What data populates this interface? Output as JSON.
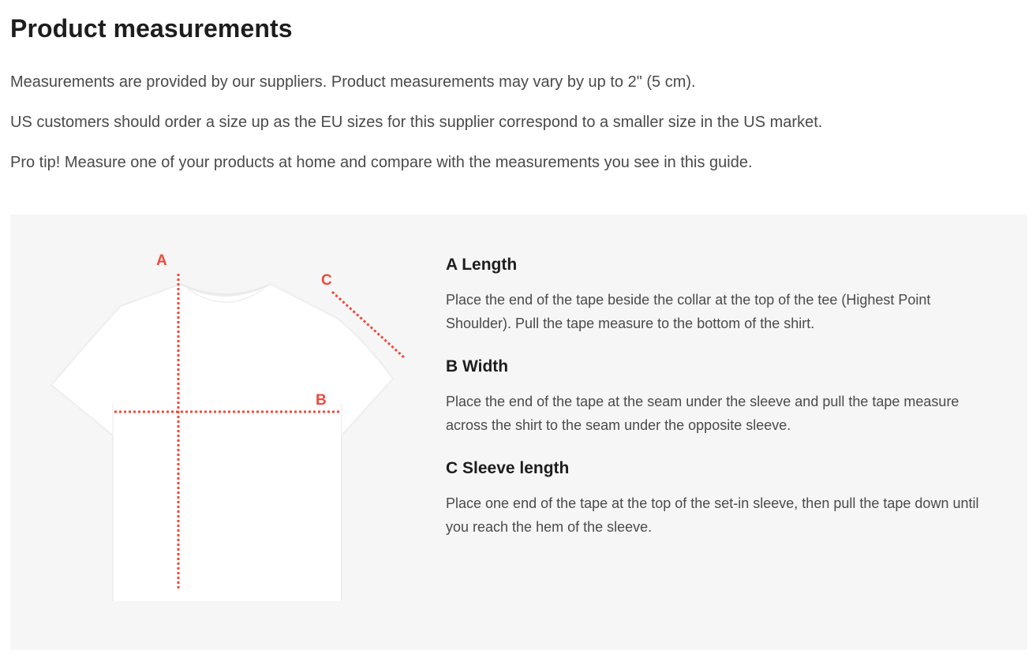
{
  "page": {
    "title": "Product measurements",
    "intro": [
      "Measurements are provided by our suppliers. Product measurements may vary by up to 2\" (5 cm).",
      "US customers should order a size up as the EU sizes for this supplier correspond to a smaller size in the US market.",
      "Pro tip! Measure one of your products at home and compare with the measurements you see in this guide."
    ]
  },
  "diagram": {
    "labels": {
      "a": "A",
      "b": "B",
      "c": "C"
    },
    "garment-icon": "t-shirt",
    "accent_color": "#f0483c"
  },
  "measurements": [
    {
      "title": "A Length",
      "description": "Place the end of the tape beside the collar at the top of the tee (Highest Point Shoulder). Pull the tape measure to the bottom of the shirt."
    },
    {
      "title": "B Width",
      "description": "Place the end of the tape at the seam under the sleeve and pull the tape measure across the shirt to the seam under the opposite sleeve."
    },
    {
      "title": "C Sleeve length",
      "description": "Place one end of the tape at the top of the set-in sleeve, then pull the tape down until you reach the hem of the sleeve."
    }
  ]
}
